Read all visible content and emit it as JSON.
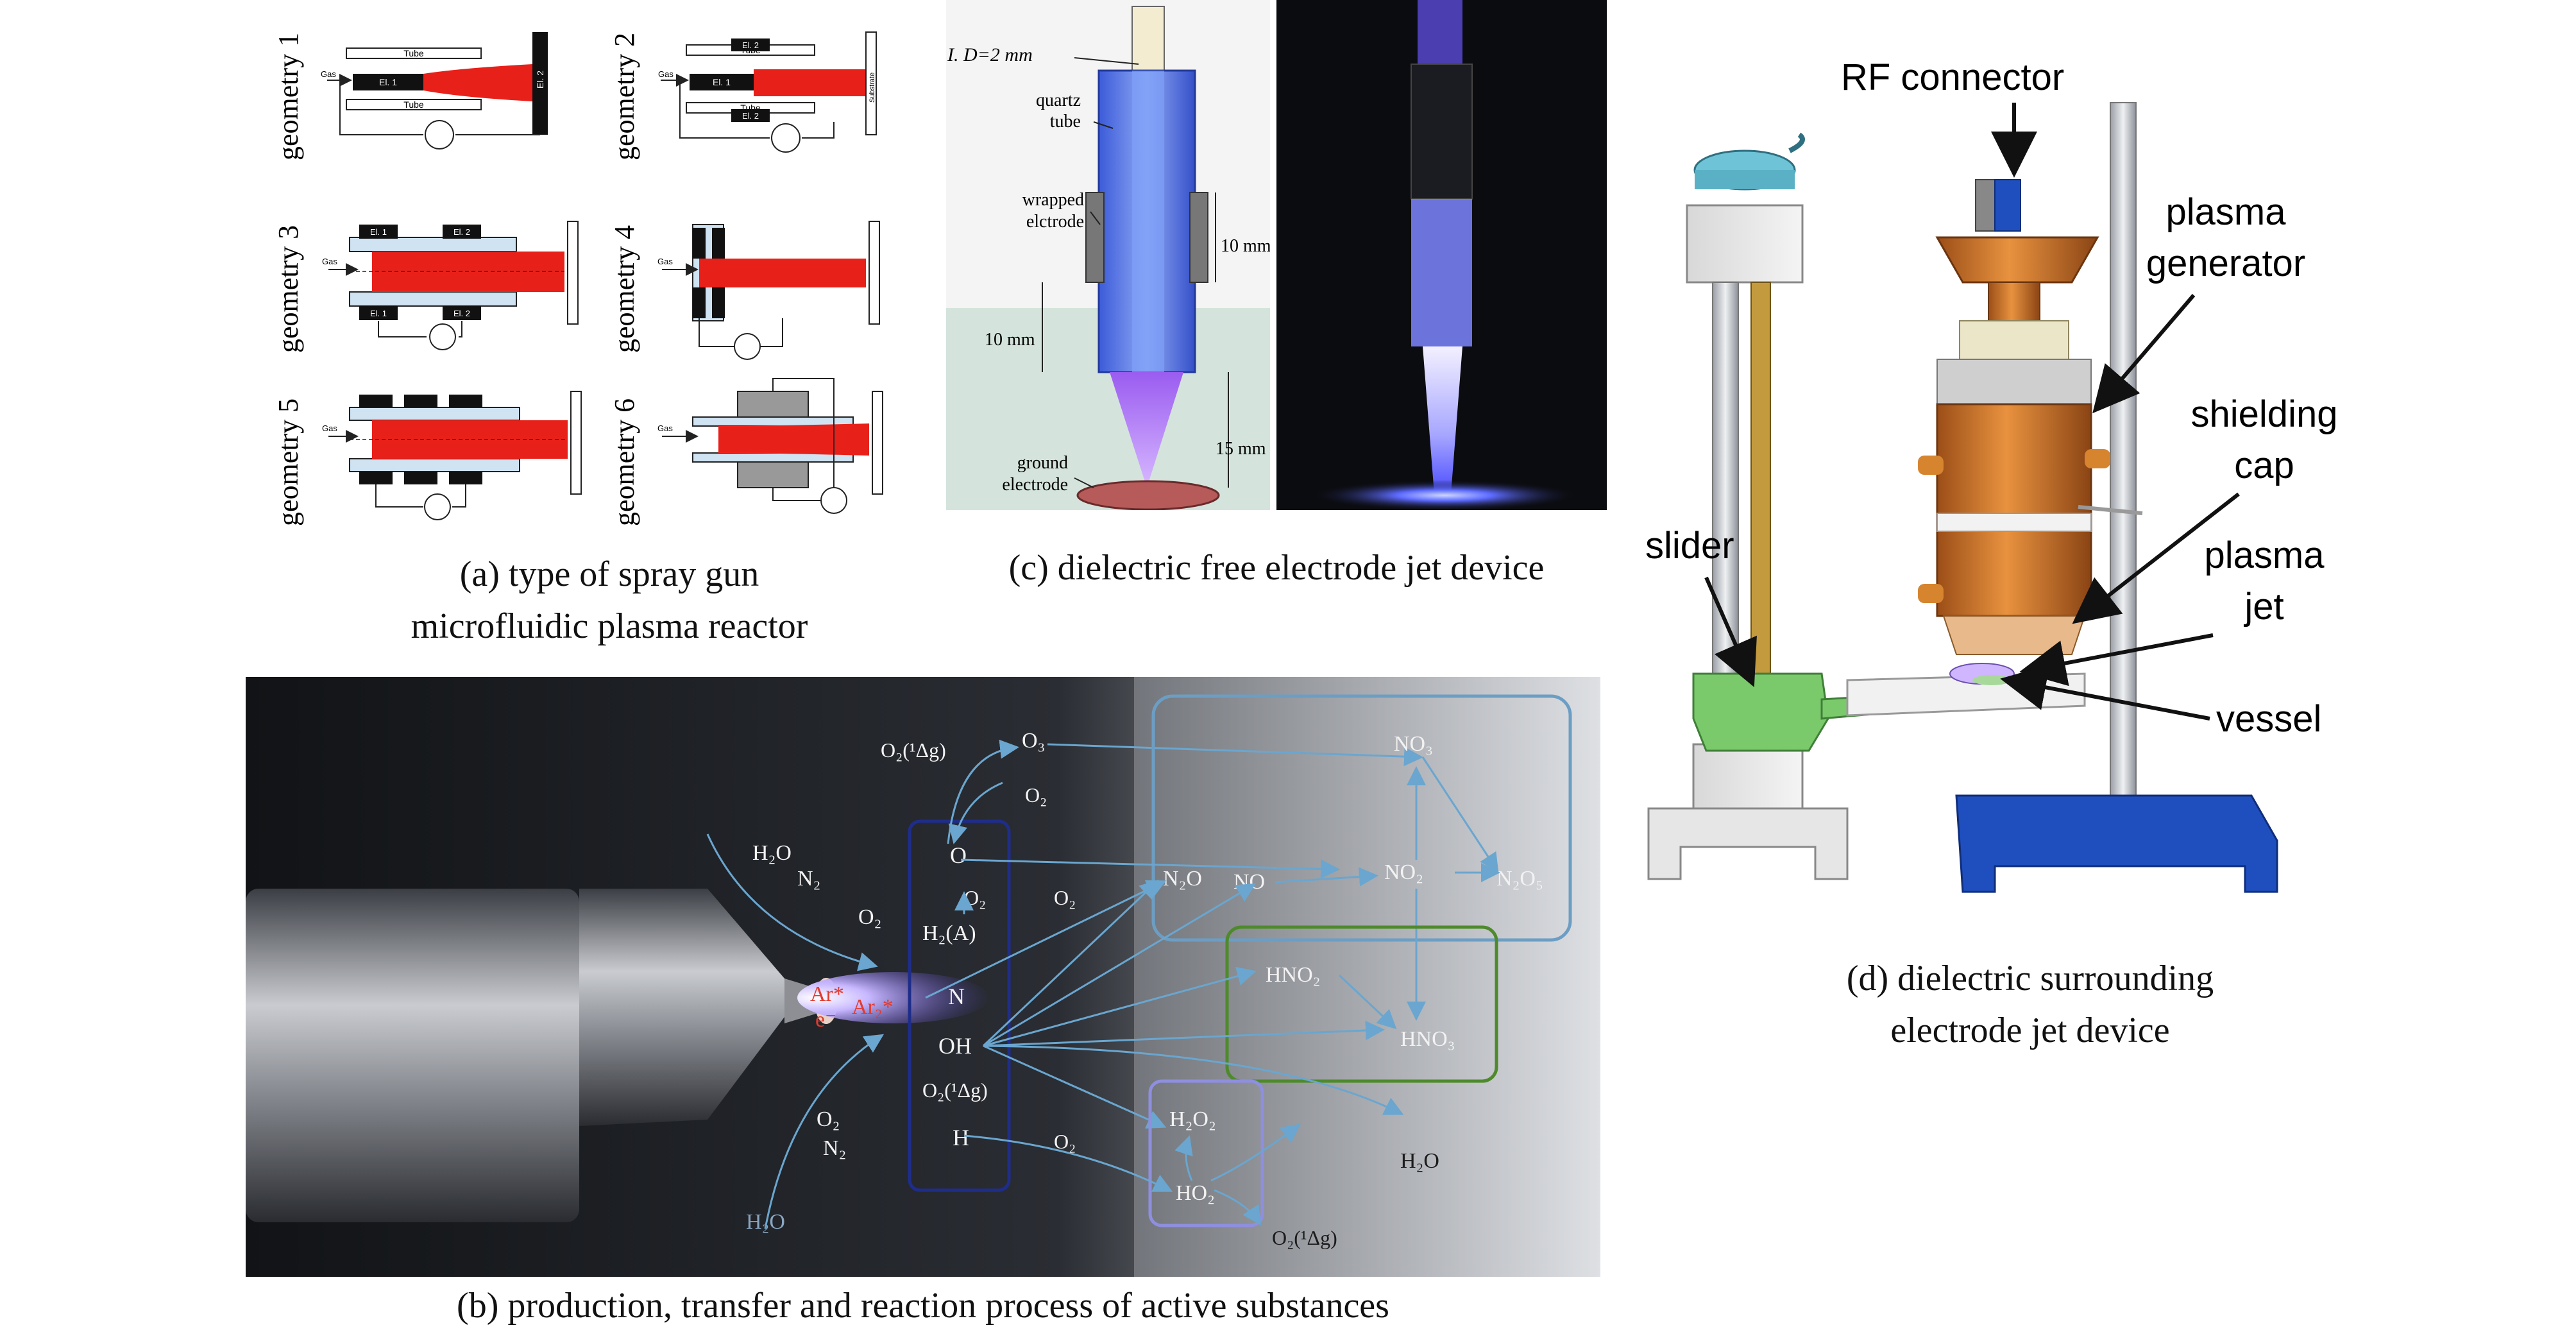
{
  "panel_a": {
    "caption_line1": "(a) type of spray gun",
    "caption_line2": "microfluidic plasma reactor",
    "geometries": [
      "geometry 1",
      "geometry 2",
      "geometry 3",
      "geometry 4",
      "geometry 5",
      "geometry 6"
    ],
    "tube_label": "Tube",
    "gas_label": "Gas",
    "el1_label": "El. 1",
    "el2_label": "El. 2",
    "substrate_label": "Substrate"
  },
  "panel_b": {
    "caption": "(b) production, transfer and reaction process of active substances",
    "species_left": [
      "Ar*",
      "e⁻",
      "Ar₂*"
    ],
    "ambient_top": [
      "H₂O",
      "N₂",
      "O₂"
    ],
    "ambient_bottom": [
      "O₂",
      "N₂",
      "H₂O"
    ],
    "primary_box": [
      "O",
      "O₂",
      "H₂(A)",
      "N",
      "OH",
      "O₂(¹Δg)",
      "H"
    ],
    "upper": [
      "O₂(¹Δg)",
      "O₃",
      "O₂"
    ],
    "mid": [
      "O₂",
      "N₂O",
      "NO",
      "NO₂",
      "N₂O₅",
      "NO₃"
    ],
    "green_box": [
      "HNO₂",
      "HNO₃"
    ],
    "purple_box": [
      "H₂O₂",
      "HO₂"
    ],
    "other": [
      "O₂",
      "H₂O",
      "O₂(¹Δg)"
    ]
  },
  "panel_c": {
    "caption": "(c) dielectric free electrode jet device",
    "labels": {
      "inner_diameter": "I. D=2 mm",
      "quartz_tube": [
        "quartz",
        "tube"
      ],
      "wrapped_electrode": [
        "wrapped",
        "elctrode"
      ],
      "dim_10mm_a": "10 mm",
      "dim_10mm_b": "10 mm",
      "dim_15mm": "15 mm",
      "ground_electrode": [
        "ground",
        "electrode"
      ]
    }
  },
  "panel_d": {
    "caption_line1": "(d) dielectric surrounding",
    "caption_line2": "electrode jet device",
    "labels": {
      "rf_connector": "RF connector",
      "plasma_generator": [
        "plasma",
        "generator"
      ],
      "shielding_cap": [
        "shielding",
        "cap"
      ],
      "plasma_jet": [
        "plasma",
        "jet"
      ],
      "slider": "slider",
      "vessel": "vessel"
    }
  },
  "colors": {
    "plasma_red": "#e8201a",
    "dielectric_blue": "#cfe3f2",
    "photo_dark": "#15171b",
    "reaction_arrow": "#6aa6cf",
    "box_navy": "#1f2d8a",
    "box_steel": "#6c9ec4",
    "box_green": "#4e8a2b",
    "box_purple": "#8f8fe0",
    "species_red": "#e23b2f",
    "copper": "#c9742a",
    "slider_green": "#7ac96b",
    "base_blue": "#1f4fbf"
  }
}
